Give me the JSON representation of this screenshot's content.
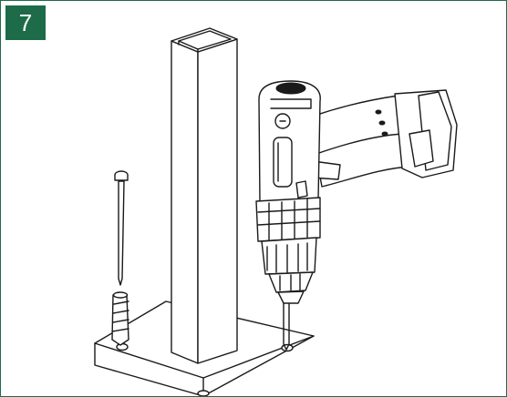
{
  "step": {
    "number": "7"
  },
  "colors": {
    "accent": "#1e6b4a",
    "line": "#1a1a1a",
    "background": "#ffffff"
  },
  "parts": [
    "post-base-plate",
    "square-post",
    "anchor-nail",
    "wall-plug",
    "cordless-drill"
  ]
}
